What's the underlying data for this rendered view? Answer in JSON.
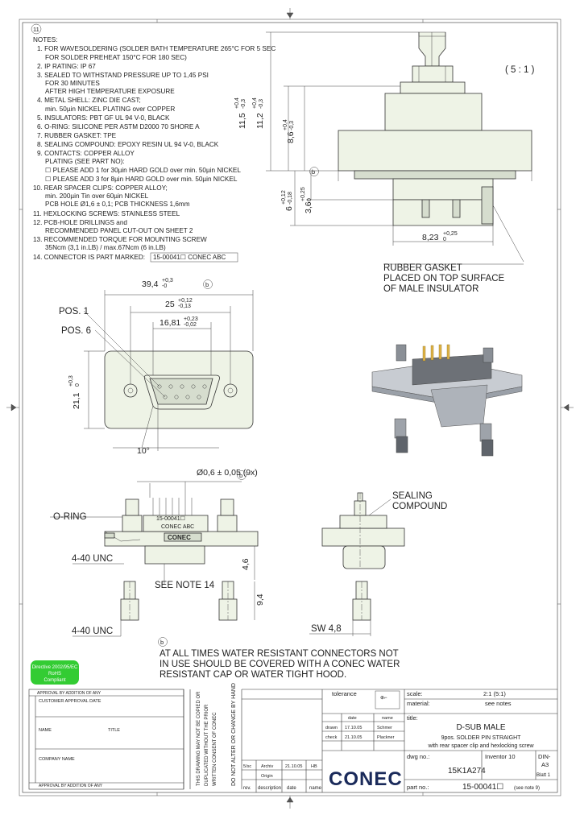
{
  "notes": {
    "heading": "NOTES:",
    "lines": [
      "1. FOR WAVESOLDERING (SOLDER BATH TEMPERATURE 265°C FOR 5 SEC",
      "FOR SOLDER PREHEAT 150°C FOR 180 SEC)",
      "2. IP RATING: IP 67",
      "3. SEALED TO WITHSTAND PRESSURE UP TO 1,45 PSI",
      "FOR 30 MINUTES",
      "AFTER HIGH TEMPERATURE EXPOSURE",
      "4. METAL SHELL: ZINC DIE CAST;",
      "min. 50µin NICKEL PLATING over COPPER",
      "5. INSULATORS: PBT GF UL 94 V-0, BLACK",
      "6. O-RING: SILICONE PER ASTM D2000 70 SHORE A",
      "7. RUBBER GASKET: TPE",
      "8. SEALING COMPOUND: EPOXY RESIN UL 94 V-0, BLACK",
      "9. CONTACTS: COPPER ALLOY",
      "PLATING (SEE PART NO):",
      "☐ PLEASE ADD 1 for 30µin HARD GOLD over min. 50µin NICKEL",
      "☐ PLEASE ADD 3 for 8µin HARD GOLD over min. 50µin NICKEL",
      "10. REAR SPACER CLIPS: COPPER ALLOY;",
      "min. 200µin Tin over 60µin NICKEL",
      "PCB HOLE Ø1,6 ± 0,1; PCB THICKNESS 1,6mm",
      "11. HEXLOCKING SCREWS: STAINLESS STEEL",
      "12. PCB-HOLE DRILLINGS and",
      "RECOMMENDED PANEL CUT-OUT ON SHEET 2",
      "13. RECOMMENDED TORQUE FOR MOUNTING SCREW",
      "35Ncm (3,1 in.LB) / max.67Ncm (6 in.LB)",
      "14. CONNECTOR IS PART MARKED:"
    ],
    "part_marking": "15-00041☐ CONEC ABC"
  },
  "scale_label": "( 5 : 1 )",
  "labels": {
    "rubber_gasket": [
      "RUBBER GASKET",
      "PLACED ON TOP SURFACE",
      "OF MALE INSULATOR"
    ],
    "pos1": "POS. 1",
    "pos6": "POS. 6",
    "oring": "O-RING",
    "unc_top": "4-40 UNC",
    "unc_bottom": "4-40 UNC",
    "see_note": "SEE NOTE 14",
    "sealing": [
      "SEALING",
      "COMPOUND"
    ],
    "sw": "SW 4,8",
    "warning": [
      "AT ALL TIMES WATER RESISTANT CONNECTORS NOT",
      "IN USE SHOULD BE COVERED WITH A CONEC WATER",
      "RESISTANT CAP OR WATER TIGHT HOOD."
    ],
    "marking_top": "15-00041☐",
    "marking_mid": "CONEC ABC",
    "marking_logo": "CONEC"
  },
  "dims": {
    "h115": "11,5",
    "h115_tol": [
      "+0,4",
      "-0,3"
    ],
    "h112": "11,2",
    "h112_tol": [
      "+0,4",
      "-0,3"
    ],
    "h86": "8,6",
    "h86_tol": [
      "+0,4",
      "-0,3"
    ],
    "h6": "6",
    "h6_tol": [
      "+0,12",
      "-0,18"
    ],
    "h36": "3,6",
    "h36_tol": [
      "+0,25",
      "0"
    ],
    "w823": "8,23",
    "w823_tol": [
      "+0,25",
      "0"
    ],
    "w394": "39,4",
    "w394_tol": [
      "+0,3",
      "-0"
    ],
    "w25": "25",
    "w25_tol": [
      "+0,12",
      "-0,13"
    ],
    "w1681": "16,81",
    "w1681_tol": [
      "+0,23",
      "-0,02"
    ],
    "h211": "21,1",
    "h211_tol": [
      "+0,3",
      "0"
    ],
    "angle": "10°",
    "pin_dia": "Ø0,6 ± 0,05 (9x)",
    "h46": "4,6",
    "h94": "9,4",
    "flag": "b",
    "note_flag": "11"
  },
  "rohs": [
    "Directive 2002/95/EC",
    "RoHS",
    "Compliant"
  ],
  "title_block": {
    "tolerance": "tolerance",
    "scale_lbl": "scale:",
    "scale_val": "2:1 (5:1)",
    "material_lbl": "material:",
    "material_val": "see notes",
    "title_lbl": "title:",
    "title_main": "D-SUB MALE",
    "title_l2": "9pos. SOLDER PIN STRAIGHT",
    "title_l3": "with rear spacer clip and hexlocking screw",
    "dwg_lbl": "dwg no.:",
    "inventor": "Inventor 10",
    "din": "DIN-",
    "a3": "A3",
    "part_lbl": "part no.:",
    "part_no": "15-00041☐",
    "part_note": "(see note 9)",
    "sheet": "Blatt 1",
    "drawing_no": "15K1A274",
    "logo": "CONEC",
    "date_hdr": "date",
    "name_hdr": "name",
    "drawn_lbl": "drawn",
    "drawn_date": "17.10.05",
    "drawn_name": "Schmer",
    "check_lbl": "check",
    "check_date": "21.10.05",
    "check_name": "Plackner",
    "rev_hdr": [
      "rev.",
      "description",
      "date",
      "name"
    ],
    "rev_row": [
      "5/sc",
      "Archiv",
      "21.10.05",
      "HB"
    ],
    "rev_row2": [
      "",
      "Origin",
      "",
      ""
    ],
    "approval": [
      "CUSTOMER APPROVAL DATE",
      "NAME",
      "TITLE",
      "COMPANY NAME",
      "APPROVAL BY ADDITION OF ANY"
    ],
    "rot_text": [
      "THIS DRAWING MAY NOT BE COPIED OR",
      "DUPLICATED WITHOUT THE PRIOR",
      "WRITTEN CONSENT OF CONEC",
      "DO NOT ALTER OR CHANGE BY HAND"
    ]
  }
}
